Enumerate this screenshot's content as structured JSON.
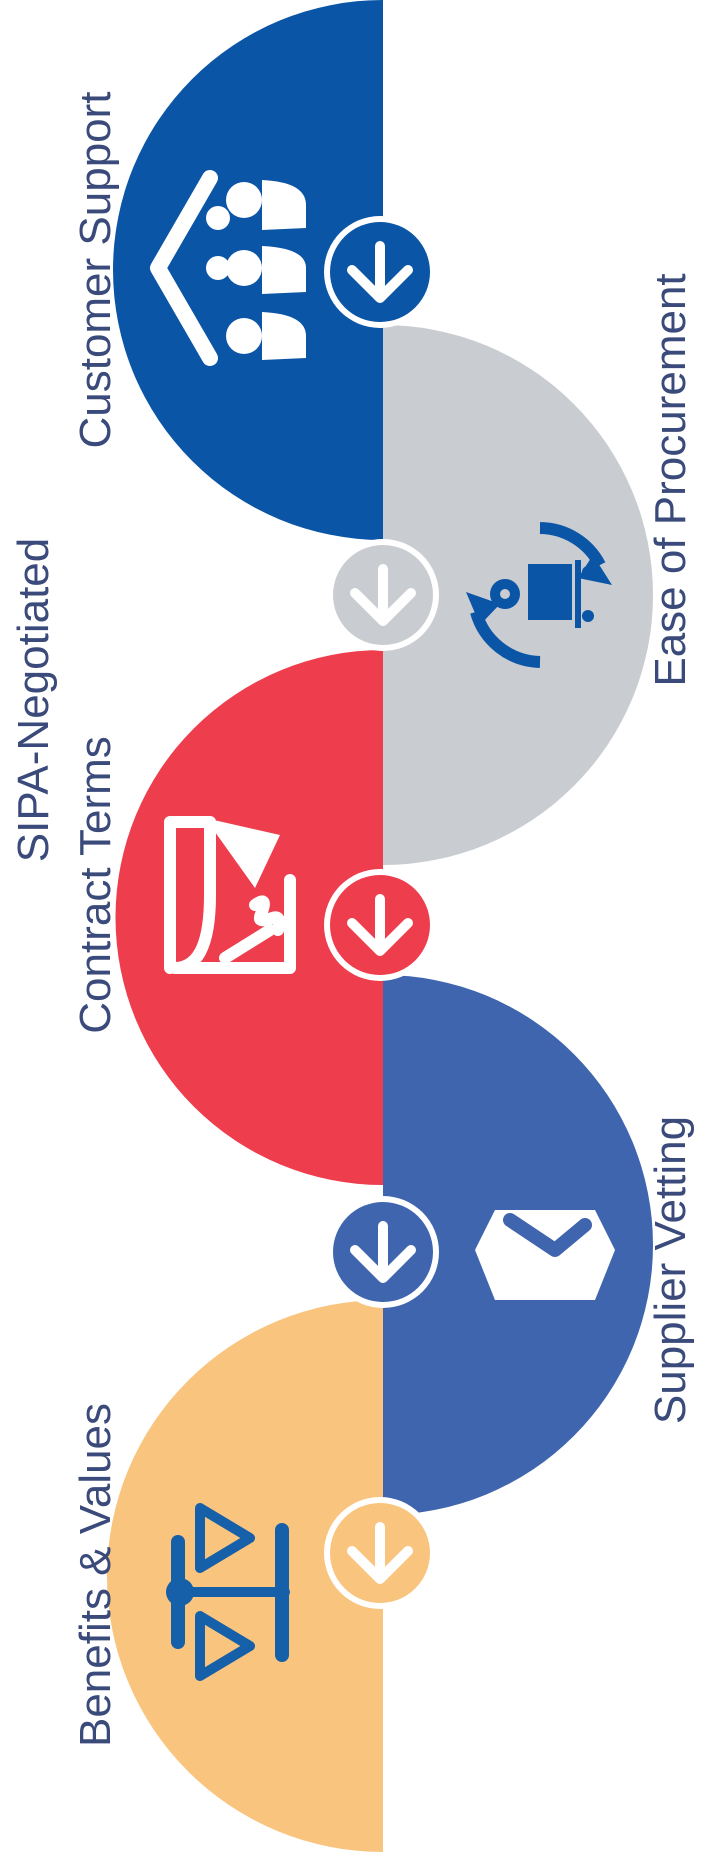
{
  "colors": {
    "orange": "#F9C47E",
    "blue_mid": "#4065AF",
    "red": "#EE3D4C",
    "gray": "#C9CCD1",
    "blue_dark": "#0A55A6",
    "label_text": "#3A4A7A",
    "white": "#FFFFFF"
  },
  "segments": [
    {
      "id": "benefits",
      "label_lines": [
        "Benefits & Values"
      ],
      "color": "orange",
      "icon": "scales-icon"
    },
    {
      "id": "vetting",
      "label_lines": [
        "Supplier Vetting"
      ],
      "color": "blue_mid",
      "icon": "shield-check-icon"
    },
    {
      "id": "contract",
      "label_lines": [
        "SIPA-Negotiated",
        "Contract Terms"
      ],
      "color": "red",
      "icon": "signing-document-icon"
    },
    {
      "id": "procurement",
      "label_lines": [
        "Ease of Procurement"
      ],
      "color": "gray",
      "icon": "cart-cycle-icon"
    },
    {
      "id": "support",
      "label_lines": [
        "Customer Support"
      ],
      "color": "blue_dark",
      "icon": "support-team-icon"
    }
  ],
  "arrow_icon": "arrow-up-icon"
}
